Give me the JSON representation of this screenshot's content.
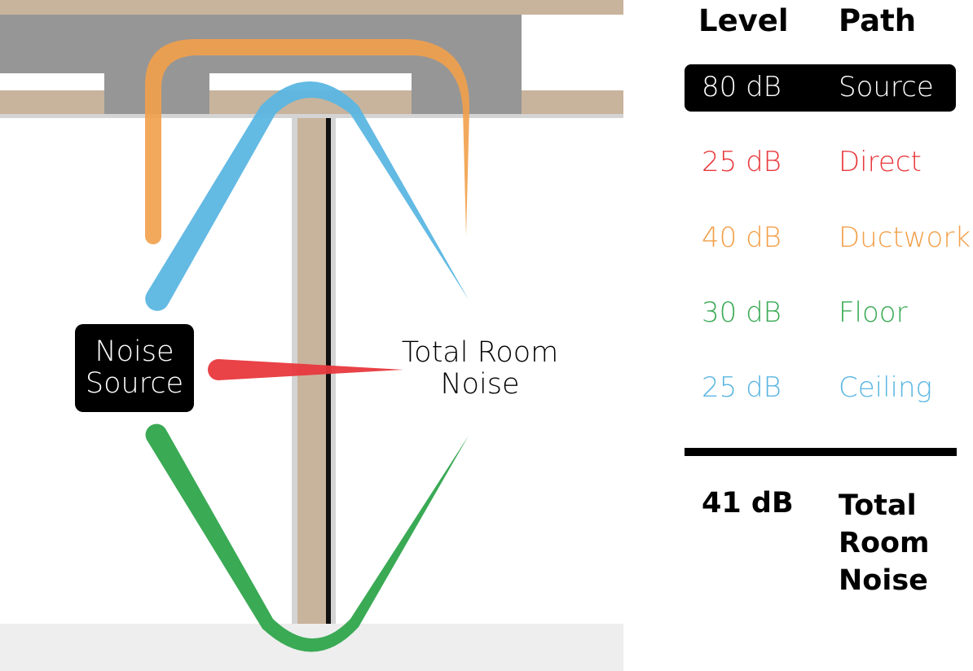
{
  "colors": {
    "direct": "#e8383d",
    "ductwork": "#f2a04a",
    "floor": "#3aaa55",
    "ceiling": "#5bb6e1",
    "wall": "#c8b39c",
    "ceiling_slab": "#969696",
    "floor_slab": "#eeeeee"
  },
  "labels": {
    "source_lines": [
      "Noise",
      "Source"
    ],
    "room_lines": [
      "Total Room",
      "Noise"
    ]
  },
  "table": {
    "header_level": "Level",
    "header_path": "Path",
    "rows": [
      {
        "level": "80 dB",
        "path": "Source",
        "color": "#ffffff"
      },
      {
        "level": "25 dB",
        "path": "Direct",
        "color": "#e8383d"
      },
      {
        "level": "40 dB",
        "path": "Ductwork",
        "color": "#f2a04a"
      },
      {
        "level": "30 dB",
        "path": "Floor",
        "color": "#3aaa55"
      },
      {
        "level": "25 dB",
        "path": "Ceiling",
        "color": "#5bb6e1"
      }
    ],
    "total_level": "41 dB",
    "total_path_lines": [
      "Total",
      "Room",
      "Noise"
    ]
  }
}
